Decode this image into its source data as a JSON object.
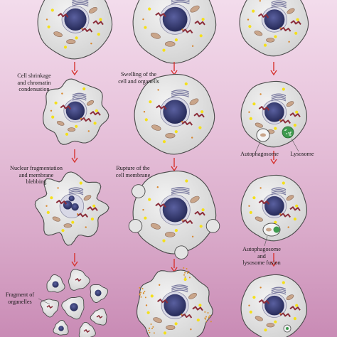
{
  "columns": [
    {
      "steps": [
        {
          "label": "Cell shrinkage\nand chromatin\ncondensation"
        },
        {
          "label": "Nuclear fragmentation\nand membrane\nblebbing"
        },
        {
          "label": "Fragment of\norganelles"
        }
      ]
    },
    {
      "steps": [
        {
          "label": "Swelling of the\ncell and organells"
        },
        {
          "label": "Rupture of the\ncell membrane"
        }
      ]
    },
    {
      "annotations": [
        {
          "label": "Autophagosome"
        },
        {
          "label": "Lysosome"
        },
        {
          "label": "Autophagosome\nand\nlysosome fusion"
        }
      ]
    }
  ],
  "colors": {
    "arrow": "#d6332f",
    "cell_fill": "#e6e6e6",
    "cell_stroke": "#4a4a4a",
    "nucleus_fill": "#3a3f78",
    "nucleus_ring": "#d8d8e6",
    "golgi": "#7a7aa0",
    "er": "#8b2d3a",
    "mito": "#c9a58a",
    "granule": "#f4e01a",
    "lysosome": "#3e9a4e"
  }
}
